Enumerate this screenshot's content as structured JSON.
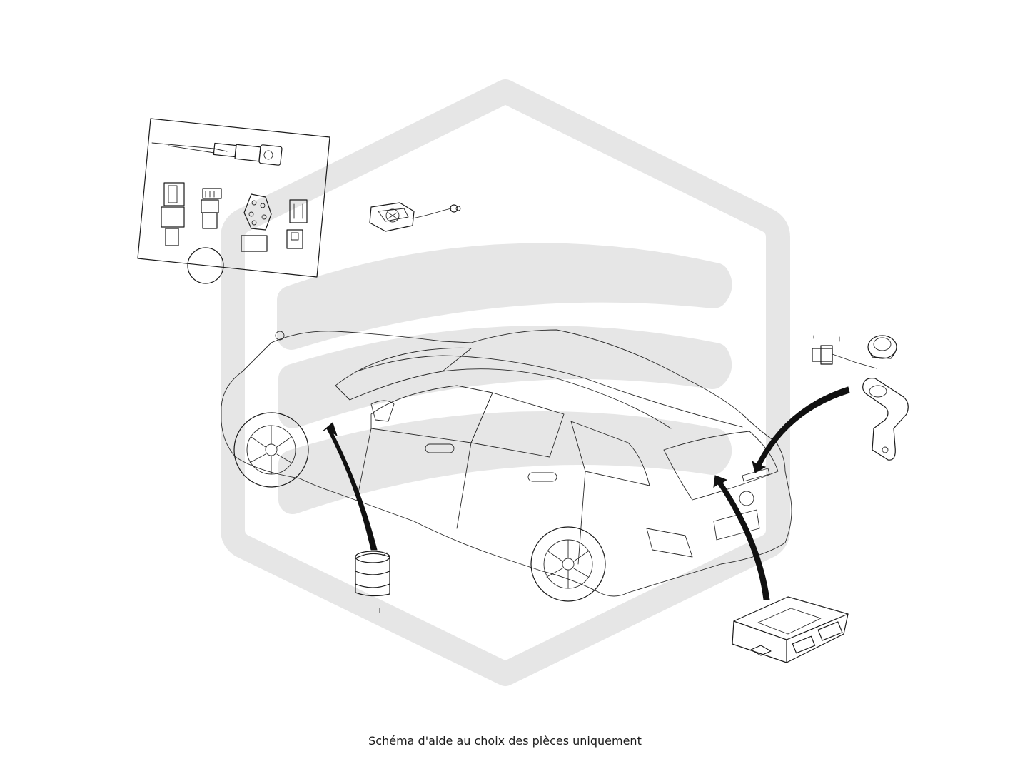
{
  "caption": "Schéma d'aide au choix des pièces uniquement",
  "colors": {
    "watermark": "#e6e6e6",
    "ink": "#1a1a1a",
    "background": "#ffffff"
  },
  "parts": [
    {
      "name": "connector-kit",
      "icon": "connector-kit-icon"
    },
    {
      "name": "camera-badge",
      "icon": "camera-badge-icon"
    },
    {
      "name": "rear-camera-with-bracket",
      "icon": "rear-camera-icon"
    },
    {
      "name": "control-unit",
      "icon": "control-unit-icon"
    },
    {
      "name": "cylinder-part",
      "icon": "cylinder-part-icon"
    }
  ]
}
